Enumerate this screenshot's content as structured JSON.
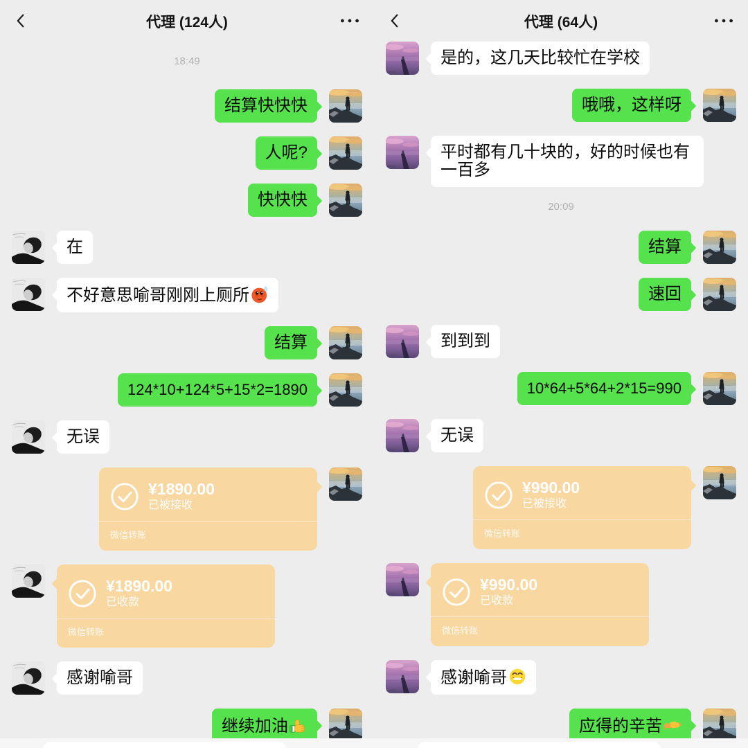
{
  "colors": {
    "background": "#ededed",
    "green_bubble": "#55e24c",
    "white_bubble": "#ffffff",
    "transfer_card": "#f9d7a0",
    "timestamp_gray": "#b1b1b1"
  },
  "left_chat": {
    "header": {
      "back_icon": "chevron-left-icon",
      "title": "代理 (124人)",
      "more_icon": "more-dots-icon"
    },
    "timestamp": "18:49",
    "messages": [
      {
        "from": "self",
        "text": "结算快快快"
      },
      {
        "from": "self",
        "text": "人呢?"
      },
      {
        "from": "self",
        "text": "快快快"
      },
      {
        "from": "peer",
        "text": "在"
      },
      {
        "from": "peer",
        "text": "不好意思喻哥刚刚上厕所",
        "emoji": "blush-sweat"
      },
      {
        "from": "self",
        "text": "结算"
      },
      {
        "from": "self",
        "text": "124*10+124*5+15*2=1890"
      },
      {
        "from": "peer",
        "text": "无误"
      },
      {
        "from": "self",
        "type": "transfer",
        "amount": "¥1890.00",
        "status": "已被接收",
        "label": "微信转账",
        "icon": "check-circle-icon"
      },
      {
        "from": "peer",
        "type": "transfer",
        "amount": "¥1890.00",
        "status": "已收款",
        "label": "微信转账",
        "icon": "check-circle-icon"
      },
      {
        "from": "peer",
        "text": "感谢喻哥"
      },
      {
        "from": "self",
        "text": "继续加油",
        "emoji": "thumbs-up"
      }
    ]
  },
  "right_chat": {
    "header": {
      "back_icon": "chevron-left-icon",
      "title": "代理 (64人)",
      "more_icon": "more-dots-icon"
    },
    "timestamp": "20:09",
    "messages": [
      {
        "from": "peer",
        "text": "是的，这几天比较忙在学校"
      },
      {
        "from": "self",
        "text": "哦哦，这样呀"
      },
      {
        "from": "peer",
        "text": "平时都有几十块的，好的时候也有一百多"
      },
      {
        "from": "self",
        "text": "结算"
      },
      {
        "from": "self",
        "text": "速回"
      },
      {
        "from": "peer",
        "text": "到到到"
      },
      {
        "from": "self",
        "text": "10*64+5*64+2*15=990"
      },
      {
        "from": "peer",
        "text": "无误"
      },
      {
        "from": "self",
        "type": "transfer",
        "amount": "¥990.00",
        "status": "已被接收",
        "label": "微信转账",
        "icon": "check-circle-icon"
      },
      {
        "from": "peer",
        "type": "transfer",
        "amount": "¥990.00",
        "status": "已收款",
        "label": "微信转账",
        "icon": "check-circle-icon"
      },
      {
        "from": "peer",
        "text": "感谢喻哥",
        "emoji": "grin"
      },
      {
        "from": "self",
        "text": "应得的辛苦",
        "emoji": "handshake"
      }
    ]
  }
}
